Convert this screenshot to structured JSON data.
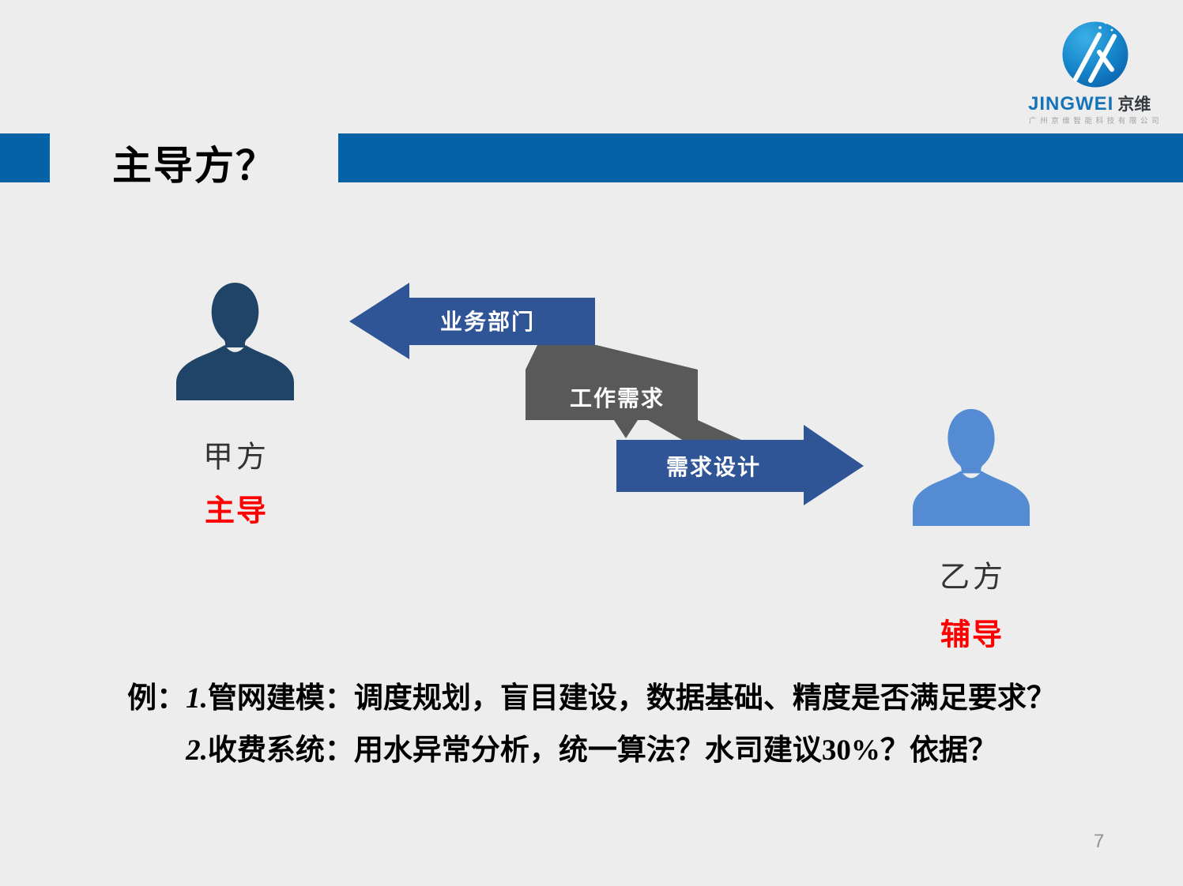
{
  "slide": {
    "background": "#EDEDED",
    "page_number": "7"
  },
  "logo": {
    "brand": "JINGWEI",
    "brand_cjk": "京维",
    "company": "广州京维智能科技有限公司",
    "colors": {
      "globe_blue": "#0E74BE",
      "globe_light": "#3BB0E6",
      "swoosh_orange_top": "#FDB515",
      "swoosh_orange_bottom": "#E94E1B",
      "brand_blue": "#1673B8",
      "brand_dark": "#363B41",
      "company_gray": "#9EA3A8"
    }
  },
  "header": {
    "title": "主导方？",
    "bar_color": "#0562A7"
  },
  "diagram": {
    "colors": {
      "arrow_blue": "#2F5597",
      "connector_gray": "#595959",
      "party_a_silhouette": "#1F4468",
      "party_b_silhouette": "#548BD3",
      "role_red": "#FF0000",
      "label_white": "#FFFFFF"
    },
    "arrow_left_label": "业务部门",
    "connector_label": "工作需求",
    "arrow_right_label": "需求设计",
    "party_a": {
      "name": "甲方",
      "role": "主导"
    },
    "party_b": {
      "name": "乙方",
      "role": "辅导"
    }
  },
  "notes": {
    "prefix": "例：",
    "item1_num": "1.",
    "item1_text": "管网建模：调度规划，盲目建设，数据基础、精度是否满足要求？",
    "item2_num": "2.",
    "item2_text": "收费系统：用水异常分析，统一算法？水司建议30%？依据？"
  }
}
